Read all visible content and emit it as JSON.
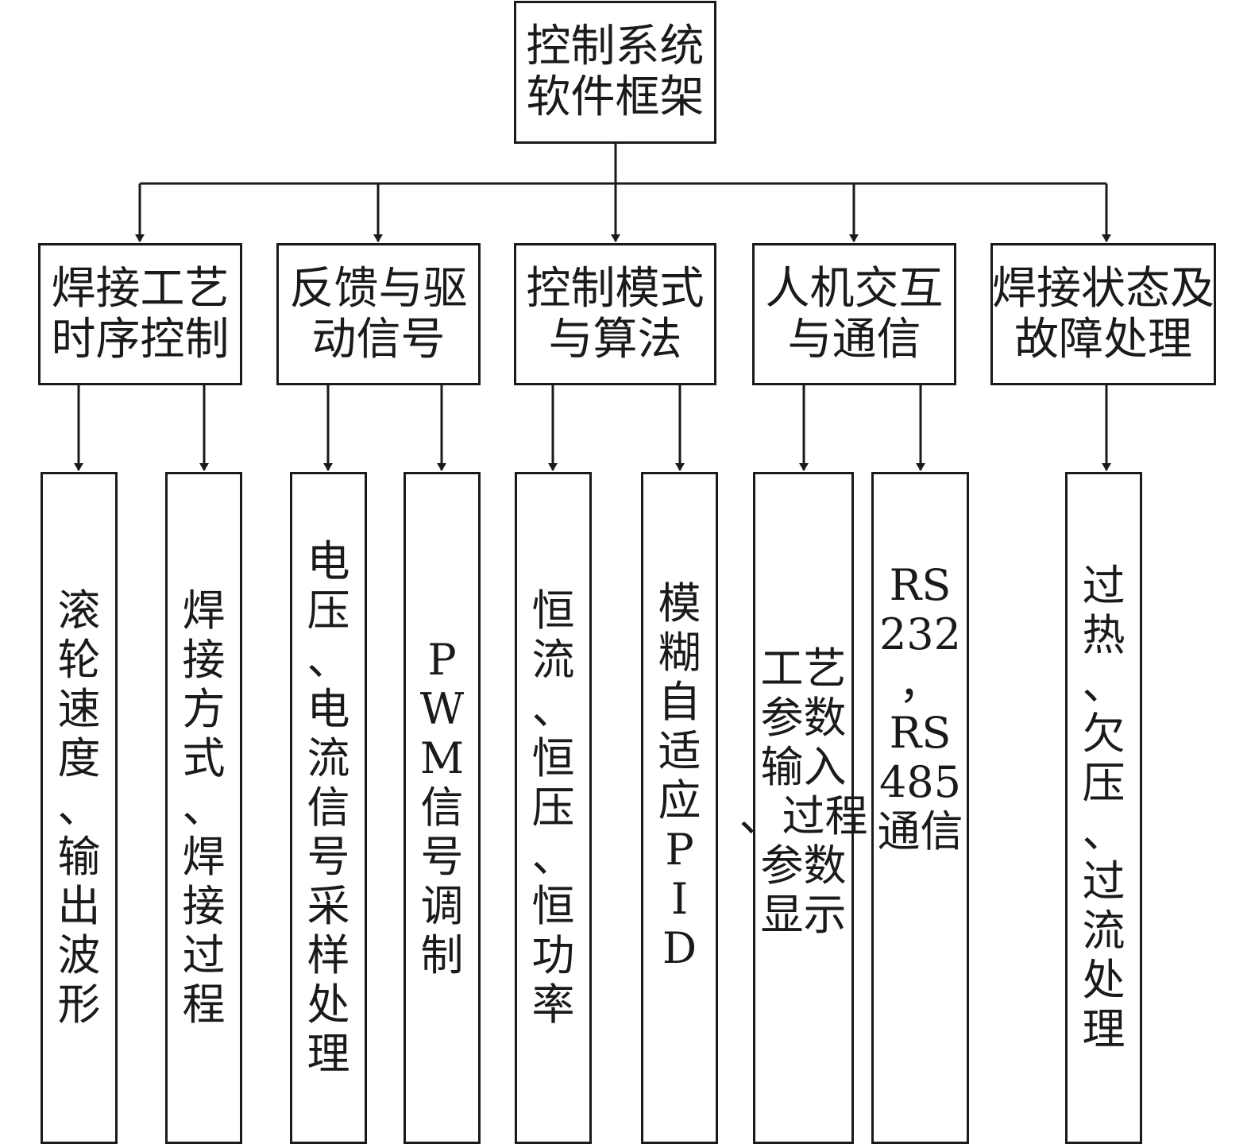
{
  "root": {
    "lines": [
      "控制系统",
      "软件框架"
    ]
  },
  "modules": [
    {
      "lines": [
        "焊接工艺",
        "时序控制"
      ]
    },
    {
      "lines": [
        "反馈与驱",
        "动信号"
      ]
    },
    {
      "lines": [
        "控制模式",
        "与算法"
      ]
    },
    {
      "lines": [
        "人机交互",
        "与通信"
      ]
    },
    {
      "lines": [
        "焊接状态及",
        "故障处理"
      ]
    }
  ],
  "leaves": [
    {
      "text": "滚轮速度、输出波形"
    },
    {
      "text": "焊接方式、焊接过程"
    },
    {
      "text": "电压、电流信号采样处理"
    },
    {
      "text": "PWM信号调制"
    },
    {
      "text": "恒流、恒压、恒功率"
    },
    {
      "text": "模糊自适应PID"
    },
    {
      "lines": [
        "工艺",
        "参数",
        "输入",
        "、过程",
        "参数",
        "显示"
      ]
    },
    {
      "lines": [
        "RS",
        "232",
        "，",
        "RS",
        "485",
        "通信"
      ]
    },
    {
      "text": "过热、欠压、过流处理"
    }
  ],
  "colors": {
    "line": "#1a1a1a",
    "background": "#ffffff"
  }
}
